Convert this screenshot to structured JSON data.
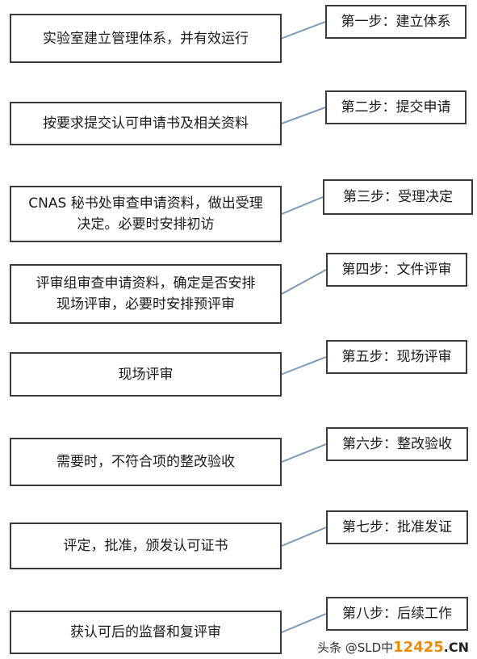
{
  "steps": [
    {
      "step": "第一步：建立体系",
      "desc": [
        "实验室建立管理体系，并有效运行"
      ]
    },
    {
      "step": "第二步：提交申请",
      "desc": [
        "按要求提交认可申请书及相关资料"
      ]
    },
    {
      "step": "第三步：受理决定",
      "desc": [
        "CNAS 秘书处审查申请资料，做出受理",
        "决定。必要时安排初访"
      ]
    },
    {
      "step": "第四步：文件评审",
      "desc": [
        "评审组审查申请资料，确定是否安排",
        "现场评审，必要时安排预评审"
      ]
    },
    {
      "step": "第五步：现场评审",
      "desc": [
        "现场评审"
      ]
    },
    {
      "step": "第六步：整改验收",
      "desc": [
        "需要时，不符合项的整改验收"
      ]
    },
    {
      "step": "第七步：批准发证",
      "desc": [
        "评定，批准，颁发认可证书"
      ]
    },
    {
      "step": "第八步：后续工作",
      "desc": [
        "获认可后的监督和复评审"
      ]
    }
  ],
  "watermark": {
    "prefix": "头条 @SLD中",
    "number": "12425",
    "suffix": ".CN"
  },
  "colors": {
    "connector": "#7a9ab8",
    "box_border": "#3a3a3a",
    "watermark_number": "#f08a00"
  }
}
